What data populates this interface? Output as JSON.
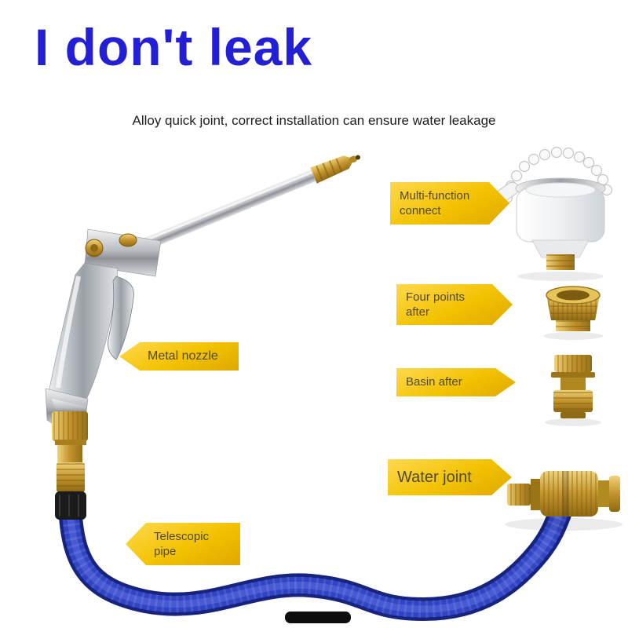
{
  "page": {
    "title": "I don't leak",
    "subtitle": "Alloy quick joint, correct installation can ensure water leakage"
  },
  "callouts": {
    "multi_function_connect": "Multi-function connect",
    "four_points_after": "Four points after",
    "basin_after": "Basin after",
    "water_joint": "Water joint",
    "metal_nozzle": "Metal nozzle",
    "telescopic_pipe": "Telescopic pipe"
  },
  "illustrations": {
    "spray_gun": "chrome high-pressure spray gun with long barrel and brass nozzle tip",
    "faucet_connector": "white multi-function tap connector with bead chain and wing nut",
    "four_points_adapter": "brass four-points threaded adapter ring",
    "basin_connector": "brass basin tap quick connector",
    "water_joint": "brass quick-release water joint",
    "telescopic_hose": "blue expandable telescopic hose"
  },
  "colors": {
    "title_blue": "#221fd4",
    "label_yellow": "#f2c200",
    "label_yellow_bright": "#ffd84e",
    "label_yellow_deep": "#dfa800",
    "label_text": "#4f4a2c",
    "hose_blue": "#2e42c8",
    "brass": "#c3932c"
  }
}
